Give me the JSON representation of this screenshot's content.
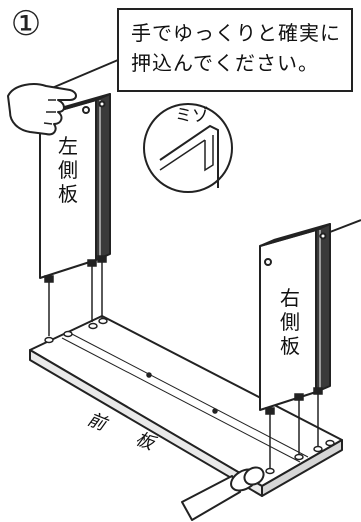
{
  "step": {
    "number": "①"
  },
  "callout": {
    "line1": "手でゆっくりと確実に",
    "line2": "押込んでください。"
  },
  "zoom": {
    "label": "ミゾ"
  },
  "panels": {
    "left": [
      "左",
      "側",
      "板"
    ],
    "right": [
      "右",
      "側",
      "板"
    ]
  },
  "base": {
    "label": "前 板"
  },
  "colors": {
    "line": "#222222",
    "fill": "#ffffff",
    "shade": "#3a3a3a"
  }
}
